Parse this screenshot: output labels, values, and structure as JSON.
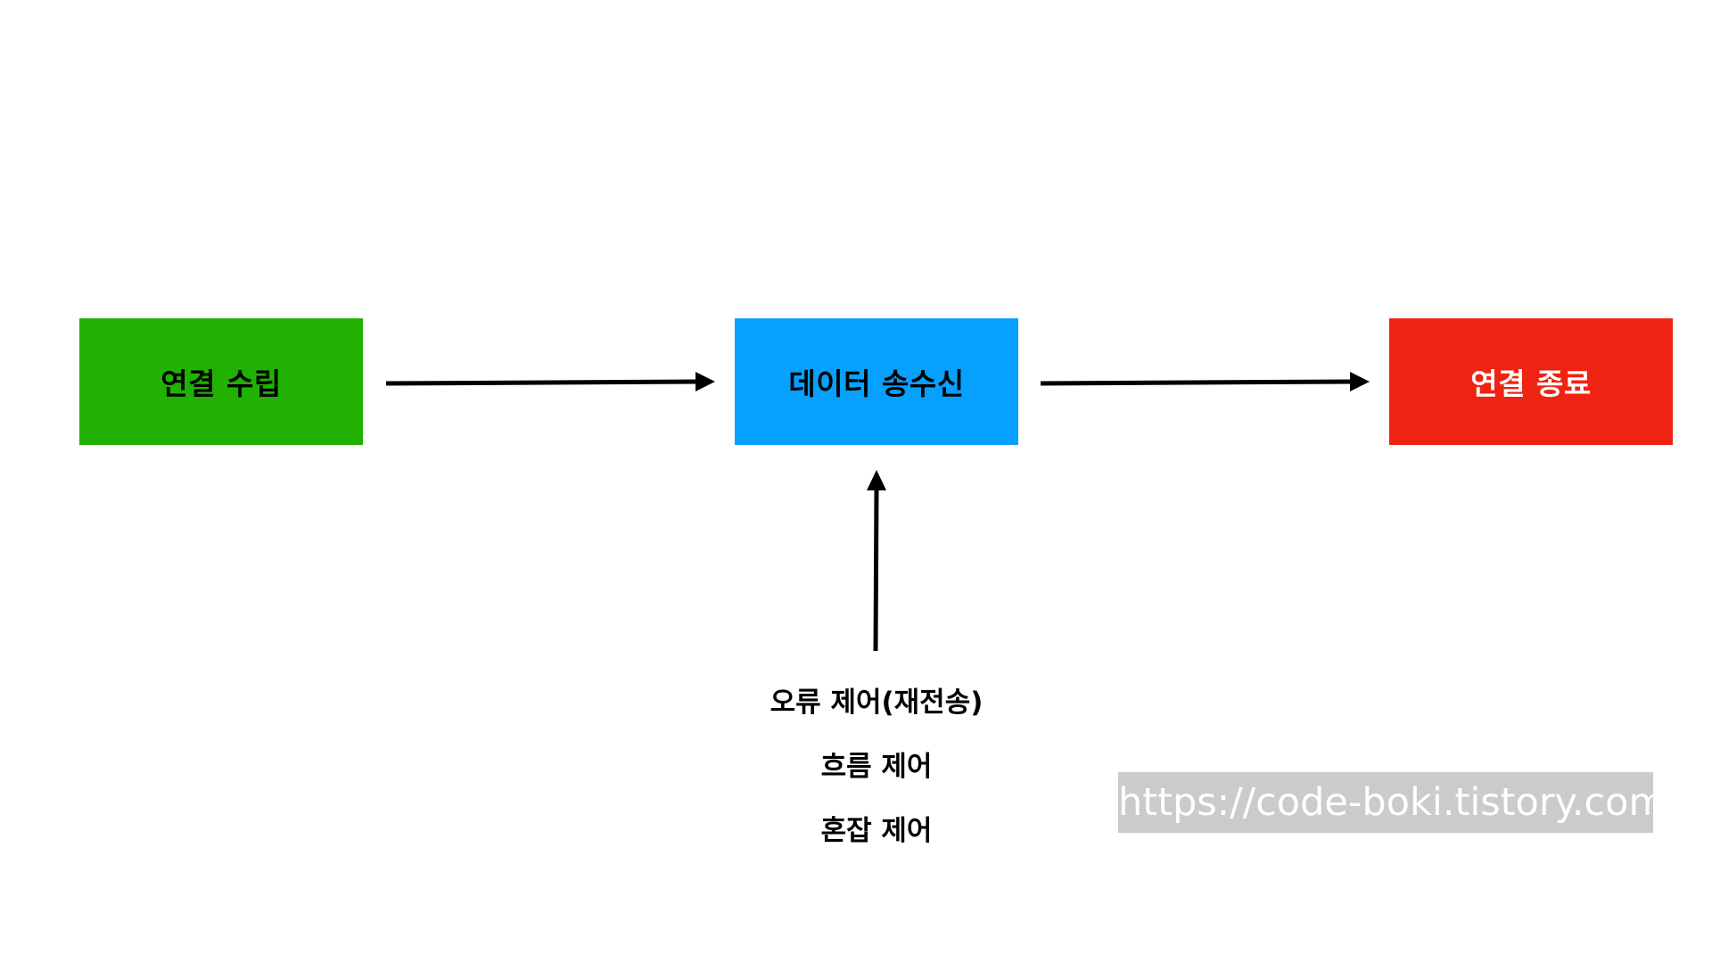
{
  "diagram": {
    "nodes": [
      {
        "id": "connect",
        "label": "연결 수립",
        "fill": "#20b102",
        "text_color": "#000000"
      },
      {
        "id": "transfer",
        "label": "데이터 송수신",
        "fill": "#06a0ff",
        "text_color": "#000000"
      },
      {
        "id": "close",
        "label": "연결 종료",
        "fill": "#ef2311",
        "text_color": "#ffffff"
      }
    ],
    "edges": [
      {
        "from": "connect",
        "to": "transfer"
      },
      {
        "from": "transfer",
        "to": "close"
      },
      {
        "from": "controls",
        "to": "transfer"
      }
    ],
    "controls": [
      "오류 제어(재전송)",
      "흐름 제어",
      "혼잡 제어"
    ],
    "arrow_color": "#000000"
  },
  "watermark": {
    "text": "https://code-boki.tistory.com"
  }
}
